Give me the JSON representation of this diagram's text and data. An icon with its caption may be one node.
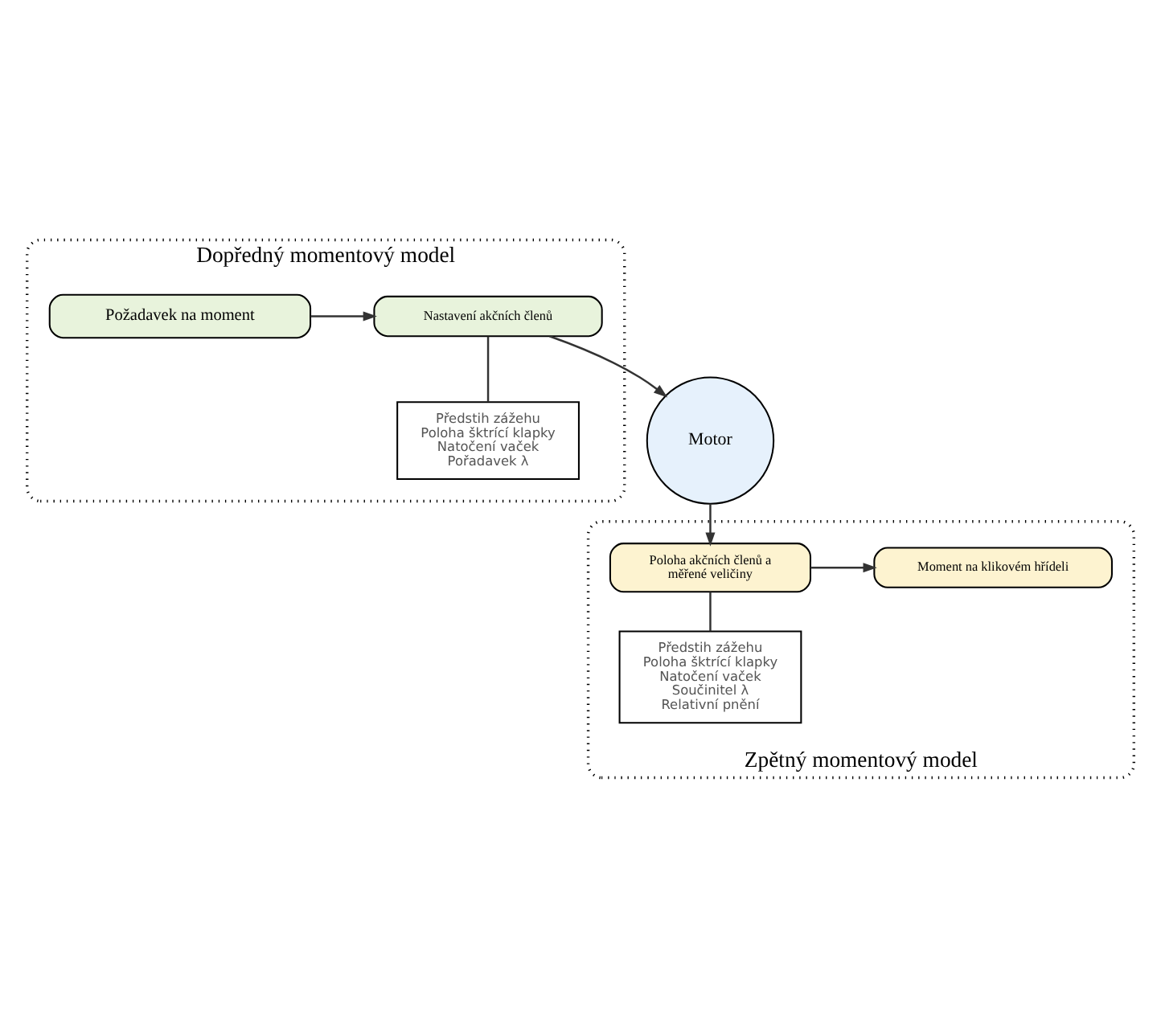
{
  "diagram": {
    "nodes": [
      {
        "text": [
          "Dopředný momentový model"
        ]
      },
      {
        "text": [
          "Požadavek na moment"
        ],
        "in": 0
      },
      {
        "text": [
          "Nastavení akčních členů"
        ],
        "in": 0
      },
      {
        "text": [
          "Předstih zážehu",
          "Poloha šktrící klapky",
          "Natočení vaček",
          "Pořadavek λ"
        ],
        "in": 0
      },
      {
        "text": [
          "Motor"
        ]
      },
      {
        "text": [
          "Zpětný momentový model"
        ]
      },
      {
        "text": [
          "Poloha akčních členů a měřené veličiny"
        ],
        "in": 5
      },
      {
        "text": [
          "Moment na klikovém hřídeli"
        ],
        "in": 5
      },
      {
        "text": [
          "Předstih zážehu",
          "Poloha šktrící klapky",
          "Natočení vaček",
          "Součinitel λ",
          "Relativní pnění"
        ],
        "in": 5
      }
    ],
    "edges": [
      {
        "from": 1,
        "to": 2,
        "arrow": "to"
      },
      {
        "from": 2,
        "to": 3,
        "arrow": "none"
      },
      {
        "from": 2,
        "to": 4,
        "arrow": "to"
      },
      {
        "from": 4,
        "to": 6,
        "arrow": "to"
      },
      {
        "from": 6,
        "to": 7,
        "arrow": "to"
      },
      {
        "from": 6,
        "to": 8,
        "arrow": "none"
      }
    ]
  }
}
